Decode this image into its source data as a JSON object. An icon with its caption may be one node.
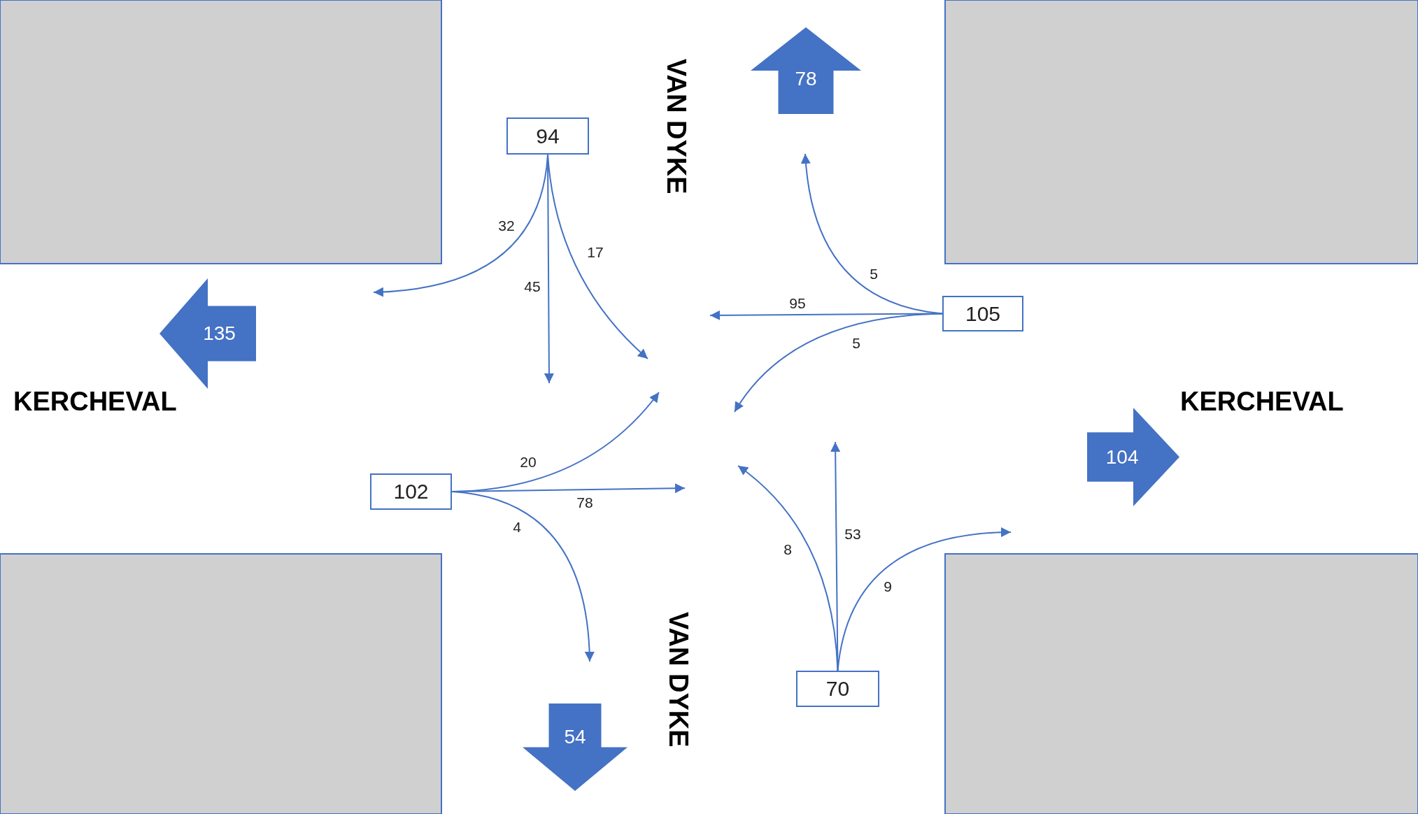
{
  "diagram": {
    "nodes": [
      {
        "text": [
          "78"
        ]
      },
      {
        "text": [
          "94"
        ]
      },
      {
        "text": [
          "135"
        ]
      },
      {
        "text": [
          "105"
        ]
      },
      {
        "text": [
          "104"
        ]
      },
      {
        "text": [
          "102"
        ]
      },
      {
        "text": [
          "70"
        ]
      },
      {
        "text": [
          "54"
        ]
      }
    ],
    "edges": [
      {
        "from": 1,
        "to": null,
        "arrow": "to",
        "label": "32"
      },
      {
        "from": 1,
        "to": null,
        "arrow": "to",
        "label": "45"
      },
      {
        "from": 1,
        "to": null,
        "arrow": "to",
        "label": "17"
      },
      {
        "from": 3,
        "to": null,
        "arrow": "to",
        "label": "5"
      },
      {
        "from": 3,
        "to": null,
        "arrow": "to",
        "label": "95"
      },
      {
        "from": 3,
        "to": null,
        "arrow": "to",
        "label": "5"
      },
      {
        "from": 5,
        "to": null,
        "arrow": "to",
        "label": "20"
      },
      {
        "from": 5,
        "to": null,
        "arrow": "to",
        "label": "78"
      },
      {
        "from": 5,
        "to": null,
        "arrow": "to",
        "label": "4"
      },
      {
        "from": 6,
        "to": null,
        "arrow": "to",
        "label": "8"
      },
      {
        "from": 6,
        "to": null,
        "arrow": "to",
        "label": "53"
      },
      {
        "from": 6,
        "to": null,
        "arrow": "to",
        "label": "9"
      }
    ],
    "labels": [
      "VAN DYKE",
      "KERCHEVAL",
      "KERCHEVAL",
      "VAN DYKE"
    ]
  }
}
